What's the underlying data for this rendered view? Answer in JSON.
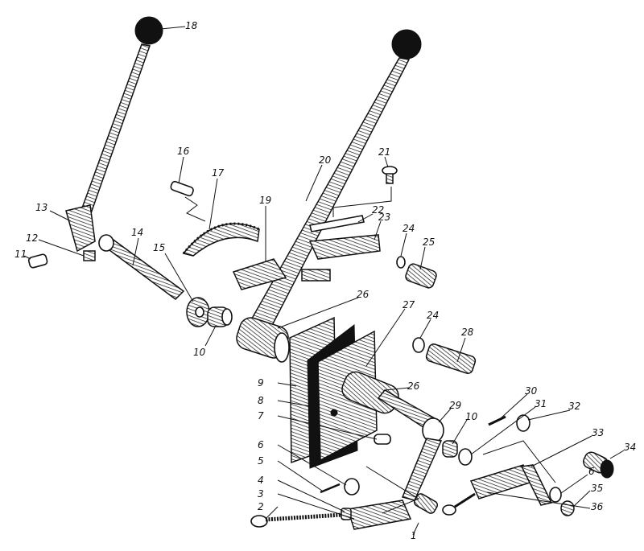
{
  "labels": [
    "1",
    "2",
    "3",
    "4",
    "5",
    "6",
    "7",
    "8",
    "9",
    "10",
    "10",
    "11",
    "12",
    "13",
    "14",
    "15",
    "16",
    "17",
    "18",
    "19",
    "20",
    "21",
    "22",
    "23",
    "24",
    "24",
    "25",
    "26",
    "26",
    "27",
    "28",
    "29",
    "30",
    "31",
    "32",
    "33",
    "34",
    "6",
    "35",
    "36"
  ]
}
